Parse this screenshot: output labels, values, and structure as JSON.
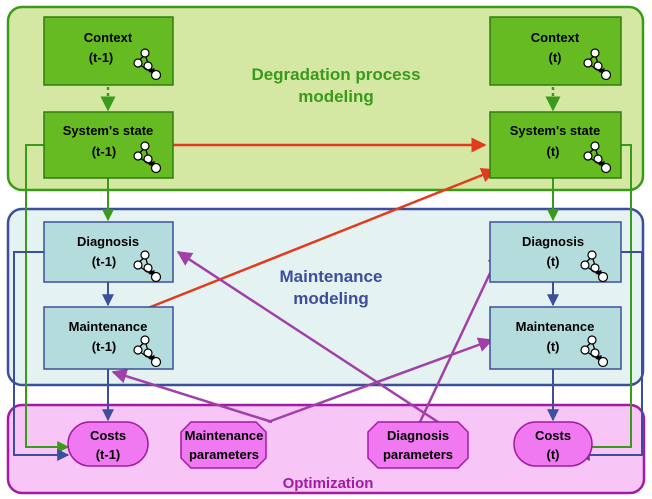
{
  "panels": {
    "degradation": {
      "line1": "Degradation process",
      "line2": "modeling",
      "color": "#3a9a1a"
    },
    "maintenance": {
      "line1": "Maintenance",
      "line2": "modeling",
      "color": "#3c4e9c"
    },
    "optimization": {
      "label": "Optimization",
      "color": "#a31aa3"
    }
  },
  "nodes": {
    "context_prev": {
      "line1": "Context",
      "line2": "(t-1)"
    },
    "context_curr": {
      "line1": "Context",
      "line2": "(t)"
    },
    "state_prev": {
      "line1": "System's state",
      "line2": "(t-1)"
    },
    "state_curr": {
      "line1": "System's state",
      "line2": "(t)"
    },
    "diag_prev": {
      "line1": "Diagnosis",
      "line2": "(t-1)"
    },
    "diag_curr": {
      "line1": "Diagnosis",
      "line2": "(t)"
    },
    "maint_prev": {
      "line1": "Maintenance",
      "line2": "(t-1)"
    },
    "maint_curr": {
      "line1": "Maintenance",
      "line2": "(t)"
    },
    "costs_prev": {
      "line1": "Costs",
      "line2": "(t-1)"
    },
    "costs_curr": {
      "line1": "Costs",
      "line2": "(t)"
    },
    "maint_params": {
      "line1": "Maintenance",
      "line2": "parameters"
    },
    "diag_params": {
      "line1": "Diagnosis",
      "line2": "parameters"
    }
  },
  "icons": {
    "network": "bayesian-network-icon"
  },
  "colors": {
    "green_fill": "#66bb22",
    "green_panel": "#d4e8a4",
    "blue_fill": "#b4dcdc",
    "blue_panel": "#e4f2f2",
    "pink_fill": "#f078f0",
    "pink_panel": "#f7c6f7",
    "red_arrow": "#e23a1a",
    "purple_arrow": "#a040a8"
  }
}
